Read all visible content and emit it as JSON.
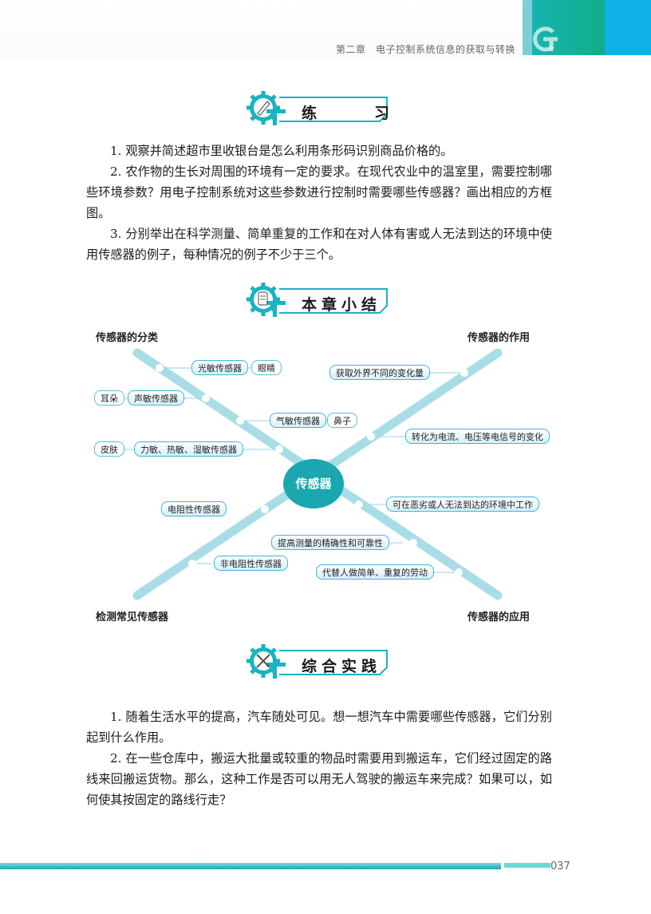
{
  "header": {
    "chapter_title": "第二章　电子控制系统信息的获取与转换",
    "accent_colors": [
      "#7ccfd6",
      "#17b4b0",
      "#0db0e8"
    ]
  },
  "sections": {
    "exercise": {
      "title_chars": [
        "练",
        "习"
      ],
      "icon": "pencil-gear-icon",
      "items": [
        "1. 观察并简述超市里收银台是怎么利用条形码识别商品价格的。",
        "2. 农作物的生长对周围的环境有一定的要求。在现代农业中的温室里，需要控制哪些环境参数？用电子控制系统对这些参数进行控制时需要哪些传感器？画出相应的方框图。",
        "3. 分别举出在科学测量、简单重复的工作和在对人体有害或人无法到达的环境中使用传感器的例子，每种情况的例子不少于三个。"
      ]
    },
    "summary": {
      "title": "本章小结",
      "icon": "document-gear-icon"
    },
    "practice": {
      "title": "综合实践",
      "icon": "tools-gear-icon",
      "items": [
        "1. 随着生活水平的提高，汽车随处可见。想一想汽车中需要哪些传感器，它们分别起到什么作用。",
        "2. 在一些仓库中，搬运大批量或较重的物品时需要用到搬运车，它们经过固定的路线来回搬运货物。那么，这种工作是否可以用无人驾驶的搬运车来完成？如果可以，如何使其按固定的路线行走？"
      ]
    }
  },
  "mindmap": {
    "center": "传感器",
    "branches": {
      "classification": {
        "label": "传感器的分类",
        "nodes": [
          {
            "label": "光敏传感器",
            "leaf": "眼睛"
          },
          {
            "label": "声敏传感器",
            "leaf": "耳朵"
          },
          {
            "label": "气敏传感器",
            "leaf": "鼻子"
          },
          {
            "label": "力敏、热敏、湿敏传感器",
            "leaf": "皮肤"
          }
        ]
      },
      "function": {
        "label": "传感器的作用",
        "nodes": [
          {
            "label": "获取外界不同的变化量"
          },
          {
            "label": "转化为电流、电压等电信号的变化"
          }
        ]
      },
      "detection": {
        "label": "检测常见传感器",
        "nodes": [
          {
            "label": "电阻性传感器"
          },
          {
            "label": "非电阻性传感器"
          }
        ]
      },
      "application": {
        "label": "传感器的应用",
        "nodes": [
          {
            "label": "可在恶劣或人无法到达的环境中工作"
          },
          {
            "label": "提高测量的精确性和可靠性"
          },
          {
            "label": "代替人做简单、重复的劳动"
          }
        ]
      }
    },
    "colors": {
      "center": "#1aa7b0",
      "branch": "#a9dde6",
      "node_border": "#3bb7d8"
    }
  },
  "footer": {
    "page_number": "037"
  }
}
